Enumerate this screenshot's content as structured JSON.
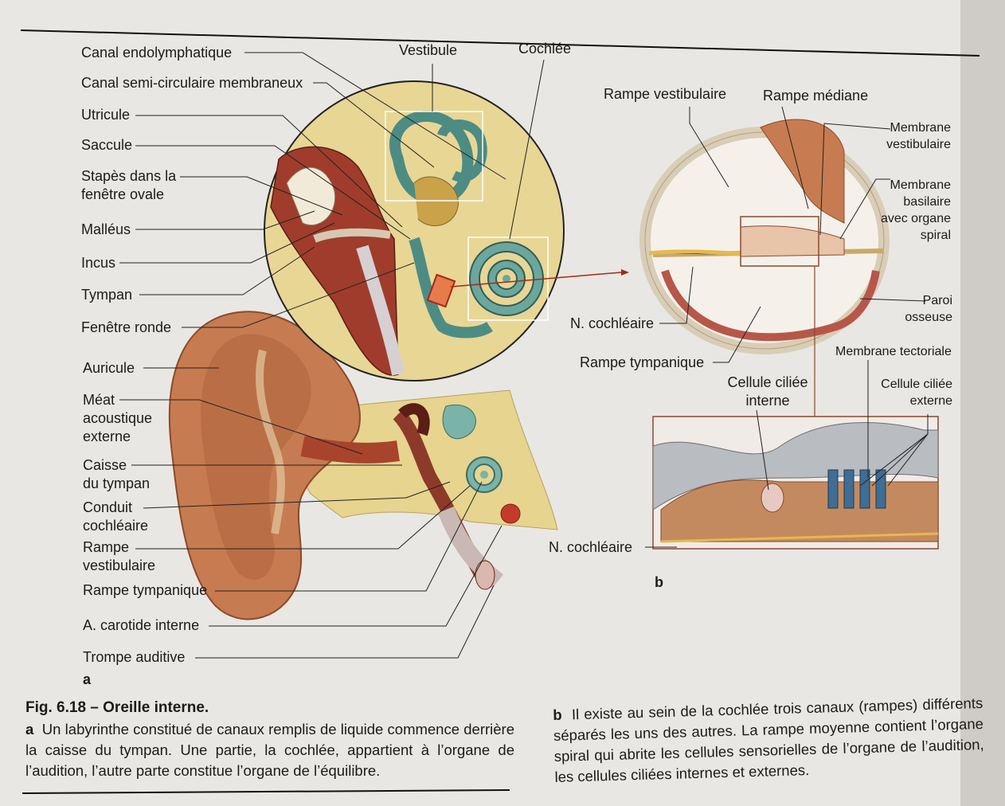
{
  "figure": {
    "panel_a_labels": {
      "canal_endolymphatique": "Canal endolymphatique",
      "canal_semi_circulaire": "Canal semi-circulaire membraneux",
      "utricule": "Utricule",
      "saccule": "Saccule",
      "stapes": "Stapès dans la\nfenêtre ovale",
      "malleus": "Malléus",
      "incus": "Incus",
      "tympan": "Tympan",
      "fenetre_ronde": "Fenêtre ronde",
      "auricule": "Auricule",
      "meat": "Méat\nacoustique\nexterne",
      "caisse": "Caisse\ndu tympan",
      "conduit": "Conduit\ncochléaire",
      "rampe_vest": "Rampe\nvestibulaire",
      "rampe_tymp": "Rampe tympanique",
      "carotide": "A. carotide interne",
      "trompe": "Trompe auditive",
      "vestibule": "Vestibule",
      "cochlee": "Cochlée",
      "panel_letter": "a"
    },
    "panel_b_labels": {
      "rampe_vestibulaire": "Rampe vestibulaire",
      "rampe_mediane": "Rampe médiane",
      "membrane_vestibulaire": "Membrane\nvestibulaire",
      "membrane_basilaire": "Membrane\nbasilaire\navec organe\nspiral",
      "paroi": "Paroi\nosseuse",
      "n_cochleaire_1": "N. cochléaire",
      "rampe_tympanique": "Rampe tympanique",
      "membrane_tectoriale": "Membrane tectoriale",
      "cellule_interne": "Cellule ciliée\ninterne",
      "cellule_externe": "Cellule ciliée\nexterne",
      "n_cochleaire_2": "N. cochléaire",
      "panel_letter": "b"
    }
  },
  "caption": {
    "title": "Fig. 6.18 – Oreille interne.",
    "a_marker": "a",
    "a_text": "Un labyrinthe constitué de canaux remplis de liquide commence derrière la caisse du tympan. Une partie, la cochlée, appartient à l’organe de l’audition, l’autre parte constitue l’organe de l’équilibre.",
    "b_marker": "b",
    "b_text": "Il existe au sein de la cochlée trois canaux (rampes) différents séparés les uns des autres. La rampe moyenne contient l’organe spiral qui abrite les cellules sensorielles de l’organe de l’audition, les cellules ciliées internes et externes."
  },
  "colors": {
    "bone": "#e9d79a",
    "canal_teal": "#5d9c93",
    "flesh": "#b86a45",
    "red_dark": "#8e3a2a",
    "membrane_grey": "#b9bcc0",
    "hair_cell_blue": "#3f6d93"
  }
}
